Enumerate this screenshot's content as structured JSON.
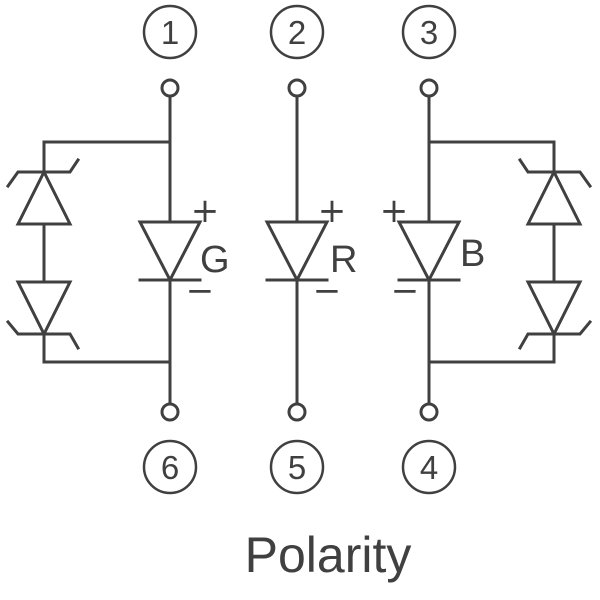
{
  "pins": {
    "p1": "1",
    "p2": "2",
    "p3": "3",
    "p4": "4",
    "p5": "5",
    "p6": "6"
  },
  "leds": {
    "green": "G",
    "red": "R",
    "blue": "B"
  },
  "signs": {
    "plus": "+",
    "minus": "−"
  },
  "caption": "Polarity",
  "colors": {
    "stroke": "#404040",
    "background": "#ffffff"
  }
}
